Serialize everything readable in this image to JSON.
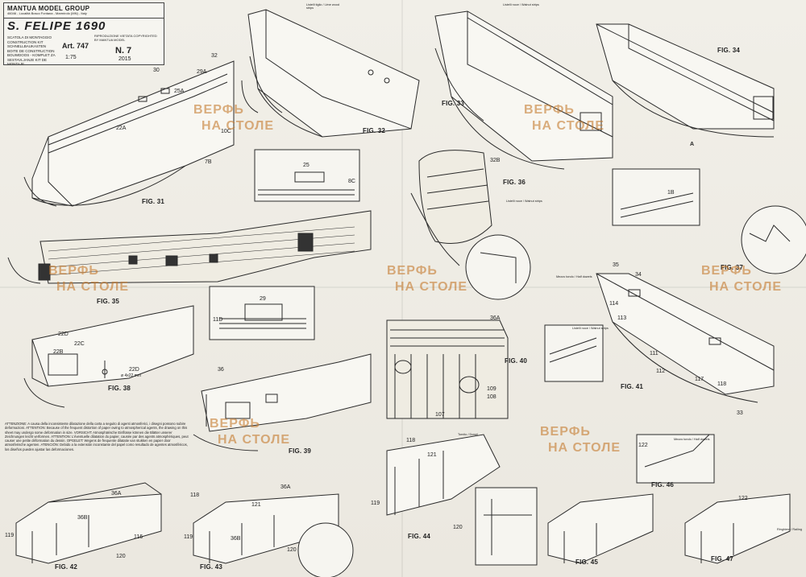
{
  "title_block": {
    "brand": "MANTUA MODEL GROUP",
    "address": "46046 - Località Bosco Fontana - Marmirolo (MN) - Italy",
    "model": "S. FELIPE 1690",
    "kit_label": "SCATOLA DI MONTAGGIO CONSTRUCTION KIT SCHNELLBAUKASTEN BOITE DE CONSTRUCTION BOUWDOOS - KOMPLET ZA SESTAVLJANJE KIT DE MONTAJE",
    "article": "Art. 747",
    "scale": "1:75",
    "reproduction": "RIPRODUZIONE VIETATA COPYRIGHTED BY MANTUA MODEL",
    "sheet_no": "N. 7",
    "year": "2015"
  },
  "figures": [
    "FIG. 31",
    "FIG. 32",
    "FIG. 33",
    "FIG. 34",
    "FIG. 35",
    "FIG. 36",
    "FIG. 37",
    "FIG. 38",
    "FIG. 39",
    "FIG. 40",
    "FIG. 41",
    "FIG. 42",
    "FIG. 43",
    "FIG. 44",
    "FIG. 45",
    "FIG. 46",
    "FIG. 47"
  ],
  "part_labels": {
    "p32": "32",
    "p30": "30",
    "p29a": "29A",
    "p25a": "25A",
    "p22a": "22A",
    "p10c": "10C",
    "p7b": "7B",
    "p25": "25",
    "p8c": "8C",
    "p29": "29",
    "p11d": "11D",
    "p32b": "32B",
    "pA": "A",
    "p1b": "1B",
    "p35": "35",
    "p34": "34",
    "p114": "114",
    "p113": "113",
    "p111": "111",
    "p112": "112",
    "p117": "117",
    "p118": "118",
    "p33": "33",
    "p22d": "22D",
    "p22c": "22C",
    "p22b": "22B",
    "p22d2": "22D",
    "p22d_size": "ø 4x22 mm",
    "p36": "36",
    "p36a": "36A",
    "p109": "109",
    "p108": "108",
    "p107": "107",
    "p36a2": "36A",
    "p36b": "36B",
    "p116": "116",
    "p119": "119",
    "p120": "120",
    "p118b": "118",
    "p121": "121",
    "p36a3": "36A",
    "p36b2": "36B",
    "p119b": "119",
    "p120b": "120",
    "p118c": "118",
    "p121b": "121",
    "p119c": "119",
    "p120c": "120",
    "p122": "122",
    "p122b": "122"
  },
  "notes": {
    "wood_strips": "Listelli tiglio / Lime wood strips",
    "walnut_strips": "Listelli noce / Walnut strips",
    "walnut_strips2": "Listelli noce / Walnut strips",
    "walnut_strips3": "Listelli noce / Walnut strips",
    "halfdowels": "Mezzo tondo / Half dowels",
    "halfdowels2": "Mezzo tondo / Half dowels",
    "turned": "Tornito / Dowel",
    "railing": "Ringhiera / Railing"
  },
  "warning": "ATTENZIONE: A causa della inconsistente dilatazione della carta a seguito di agenti atmosferici, i disegni possono subire deformazioni. ATTENTION: Because of the frequent distortion of paper owing to atmospherical agents, the drawing on this sheet may undergo some deformation in size. VORSICHT: Atmosphärische Einflüsse können die Blätter unserer Zeichnungen leicht verformen. ATTENTION: L'éventuelle dilatation du papier, causée par des agents atmosphériques, peut causer une petite déformation du dessin. OPGELET: Wegens de frequente dilatatie van stukken en papier door atmosferische agenten. ATENCIÓN: Debido a la extensión inconstante del papel como resultado de agentes atmosféricos, los diseños pueden ajustar las deformaciones.",
  "watermark": {
    "line1": "ВЕРФЬ",
    "line2": "НА СТОЛЕ",
    "color": "#c47a2d"
  }
}
